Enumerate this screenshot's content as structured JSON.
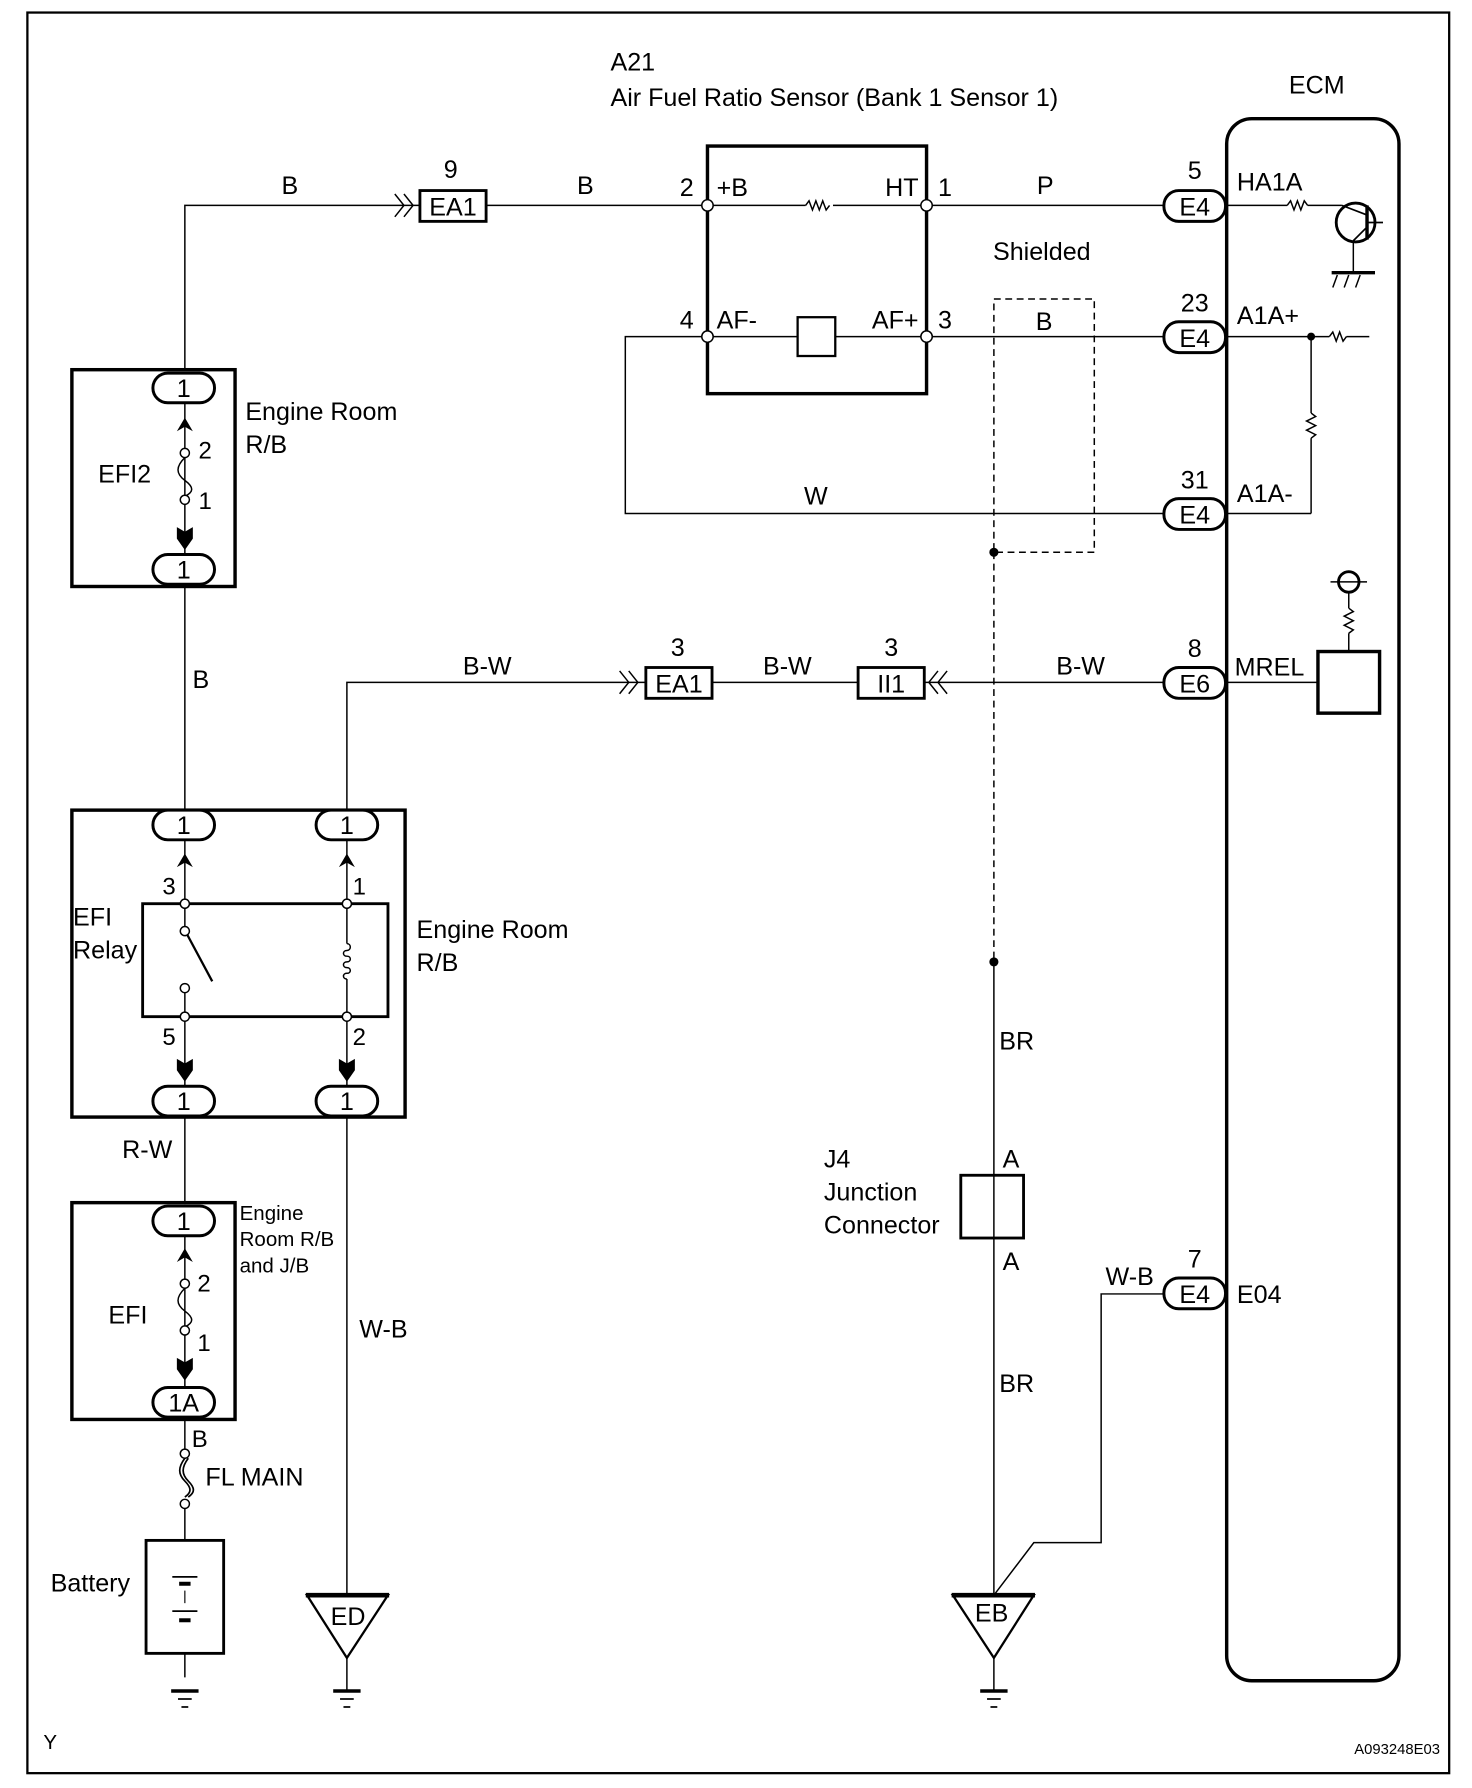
{
  "diagram": {
    "sensor": {
      "id": "A21",
      "name": "Air Fuel Ratio Sensor (Bank 1 Sensor 1)",
      "terminals": {
        "plus_b": {
          "pin": "2",
          "label": "+B"
        },
        "ht": {
          "pin": "1",
          "label": "HT"
        },
        "af_minus": {
          "pin": "4",
          "label": "AF-"
        },
        "af_plus": {
          "pin": "3",
          "label": "AF+"
        }
      }
    },
    "ecm": {
      "title": "ECM",
      "terminals": [
        {
          "pin": "5",
          "connector": "E4",
          "label": "HA1A"
        },
        {
          "pin": "23",
          "connector": "E4",
          "label": "A1A+"
        },
        {
          "pin": "31",
          "connector": "E4",
          "label": "A1A-"
        },
        {
          "pin": "8",
          "connector": "E6",
          "label": "MREL"
        },
        {
          "pin": "7",
          "connector": "E4",
          "label": "E04"
        }
      ]
    },
    "shielded_label": "Shielded",
    "wires": {
      "efi2_to_ea1": "B",
      "ea1_to_sensor": "B",
      "ht_to_ecm": "P",
      "afplus_to_ecm": "B",
      "afminus_to_ecm": "W",
      "relay_to_ea1": "B-W",
      "ea1_to_ii1": "B-W",
      "ii1_to_ecm": "B-W",
      "efi2_to_relay": "B",
      "relay_to_efi": "R-W",
      "efi_to_flmain": "B",
      "relay_to_ground": "W-B",
      "shield_to_j4": "BR",
      "j4_to_ground": "BR",
      "ecm_e04_to_ground": "W-B"
    },
    "inline_connectors": {
      "ea1_top": {
        "pin": "9",
        "label": "EA1"
      },
      "ea1_mid": {
        "pin": "3",
        "label": "EA1"
      },
      "ii1": {
        "pin": "3",
        "label": "II1"
      }
    },
    "efi2_fuse": {
      "name": "EFI2",
      "location": [
        "Engine Room",
        "R/B"
      ],
      "top_connector": "1",
      "bottom_connector": "1",
      "pin_top": "2",
      "pin_bottom": "1"
    },
    "efi_relay": {
      "name": [
        "EFI",
        "Relay"
      ],
      "location": [
        "Engine Room",
        "R/B"
      ],
      "connectors": [
        "1",
        "1",
        "1",
        "1"
      ],
      "pins": {
        "switch_top": "3",
        "switch_bottom": "5",
        "coil_top": "1",
        "coil_bottom": "2"
      }
    },
    "efi_fuse": {
      "name": "EFI",
      "location": [
        "Engine",
        "Room R/B",
        "and J/B"
      ],
      "top_connector": "1",
      "bottom_connector": "1A",
      "pin_top": "2",
      "pin_bottom": "1"
    },
    "fl_main": "FL MAIN",
    "battery": "Battery",
    "junction": {
      "name": [
        "J4",
        "Junction",
        "Connector"
      ],
      "pin_top": "A",
      "pin_bottom": "A"
    },
    "grounds": {
      "ed": "ED",
      "eb": "EB"
    },
    "corner_left": "Y",
    "figure_code": "A093248E03"
  }
}
